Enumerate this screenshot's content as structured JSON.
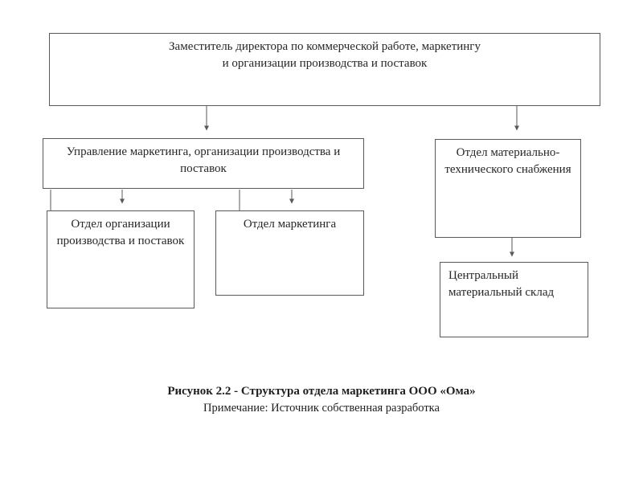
{
  "palette": {
    "background": "#ffffff",
    "box_border": "#595959",
    "connector": "#595959",
    "text": "#262626"
  },
  "diagram": {
    "boxes": {
      "deputy_director": {
        "text": "Заместитель директора по коммерческой работе, маркетингу\nи организации производства и поставок"
      },
      "marketing_management": {
        "text": "Управление маркетинга, организации производства и\nпоставок"
      },
      "material_supply": {
        "text": "Отдел материально-\nтехнического снабжения"
      },
      "production_org": {
        "text": "Отдел организации\nпроизводства и поставок"
      },
      "marketing_dept": {
        "text": "Отдел маркетинга"
      },
      "central_warehouse": {
        "text": "Центральный\nматериальный склад"
      }
    },
    "connections": [
      {
        "from": "deputy_director",
        "to": "marketing_management",
        "arrow": true
      },
      {
        "from": "deputy_director",
        "to": "material_supply",
        "arrow": true
      },
      {
        "from": "marketing_management",
        "to": "production_org",
        "arrow": true
      },
      {
        "from": "marketing_management",
        "to": "marketing_dept",
        "arrow": true
      },
      {
        "from": "material_supply",
        "to": "central_warehouse",
        "arrow": true
      }
    ]
  },
  "caption": {
    "title": "Рисунок 2.2 -  Структура отдела маркетинга ООО «Ома»",
    "note": "Примечание: Источник собственная разработка"
  }
}
